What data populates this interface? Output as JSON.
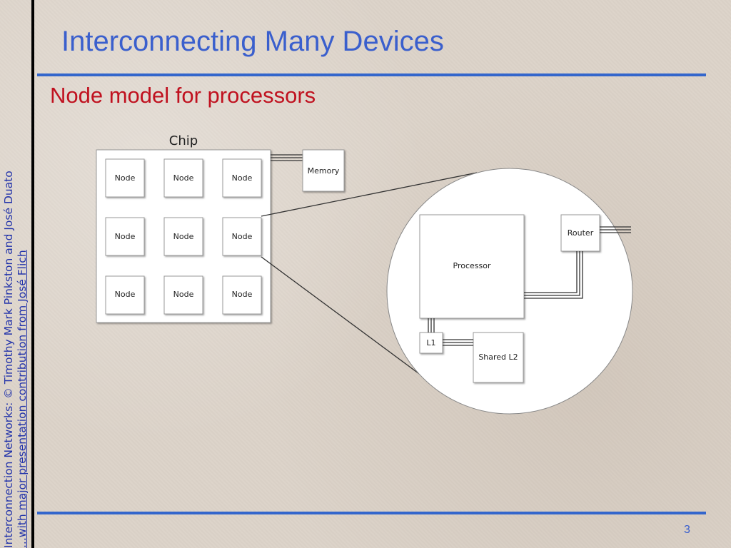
{
  "slide": {
    "title": "Interconnecting Many Devices",
    "subtitle": "Node model for processors",
    "page_number": "3",
    "sidebar_line1": "Interconnection Networks: © Timothy Mark Pinkston and José Duato",
    "sidebar_line2": "...with major presentation contribution from José Flich"
  },
  "diagram": {
    "chip_label": "Chip",
    "node_label": "Node",
    "memory_label": "Memory",
    "processor_label": "Processor",
    "router_label": "Router",
    "l1_label": "L1",
    "l2_label": "Shared L2"
  },
  "colors": {
    "title": "#3a5fcd",
    "subtitle": "#c0111f",
    "rule": "#3366cc",
    "sidebar": "#2233aa"
  }
}
